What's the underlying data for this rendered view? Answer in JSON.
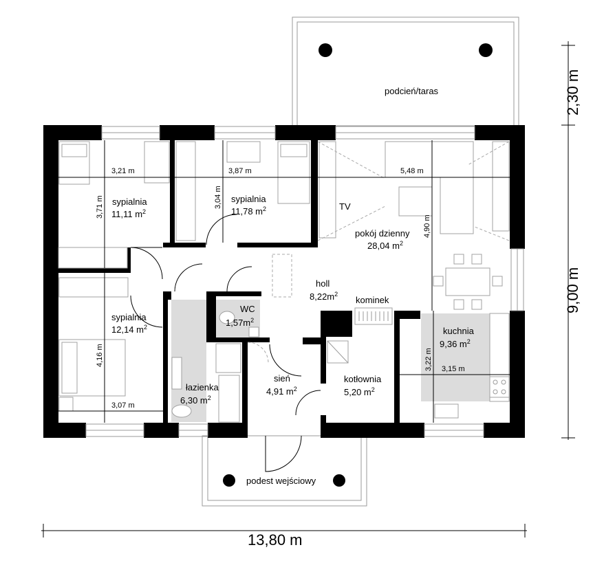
{
  "rooms": {
    "bedroom1": {
      "name": "sypialnia",
      "area": "11,11 m",
      "width": "3,21 m",
      "depth": "3,71 m"
    },
    "bedroom2": {
      "name": "sypialnia",
      "area": "11,78 m",
      "width": "3,87 m",
      "depth": "3,04 m"
    },
    "bedroom3": {
      "name": "sypialnia",
      "area": "12,14 m",
      "width": "3,07 m",
      "depth": "4,16 m"
    },
    "living": {
      "name": "pokój dzienny",
      "area": "28,04 m",
      "width": "5,48 m",
      "depth": "4,90 m"
    },
    "hall": {
      "name": "holl",
      "area": "8,22m"
    },
    "wc": {
      "name": "WC",
      "area": "1,57m"
    },
    "bathroom": {
      "name": "łazienka",
      "area": "6,30 m"
    },
    "vestibule": {
      "name": "sień",
      "area": "4,91 m"
    },
    "boiler": {
      "name": "kotłownia",
      "area": "5,20 m"
    },
    "kitchen": {
      "name": "kuchnia",
      "area": "9,36 m",
      "width": "3,15 m",
      "depth": "3,22 m"
    }
  },
  "labels": {
    "terrace": "podcień/taras",
    "entrance": "podest wejściowy",
    "fireplace": "kominek",
    "tv": "TV",
    "sq": "2"
  },
  "overall": {
    "width": "13,80 m",
    "depth": "9,00 m",
    "terrace_depth": "2,30 m"
  }
}
